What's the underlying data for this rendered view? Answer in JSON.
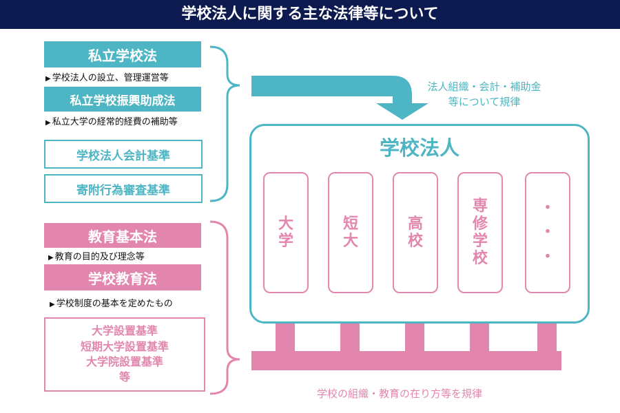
{
  "title": "学校法人に関する主な法律等について",
  "top_group": {
    "laws": [
      {
        "name": "私立学校法",
        "note": "学校法人の設立、管理運営等"
      },
      {
        "name": "私立学校振興助成法",
        "note": "私立大学の経常的経費の補助等"
      }
    ],
    "standards": [
      "学校法人会計基準",
      "寄附行為審査基準"
    ],
    "caption_line1": "法人組織・会計・補助金",
    "caption_line2": "等について規律"
  },
  "bottom_group": {
    "laws": [
      {
        "name": "教育基本法",
        "note": "教育の目的及び理念等"
      },
      {
        "name": "学校教育法",
        "note": "学校制度の基本を定めたもの"
      }
    ],
    "standards": [
      "大学設置基準",
      "短期大学設置基準",
      "大学院設置基準",
      "等"
    ],
    "caption": "学校の組織・教育の在り方等を規律"
  },
  "corporation": {
    "title": "学校法人",
    "schools": [
      [
        "大",
        "学"
      ],
      [
        "短",
        "大"
      ],
      [
        "高",
        "校"
      ],
      [
        "専",
        "修",
        "学",
        "校"
      ],
      [
        "・",
        "・",
        "・"
      ]
    ]
  },
  "colors": {
    "teal": "#4db5c3",
    "pink": "#e386ae",
    "navy": "#0d1a4f"
  }
}
